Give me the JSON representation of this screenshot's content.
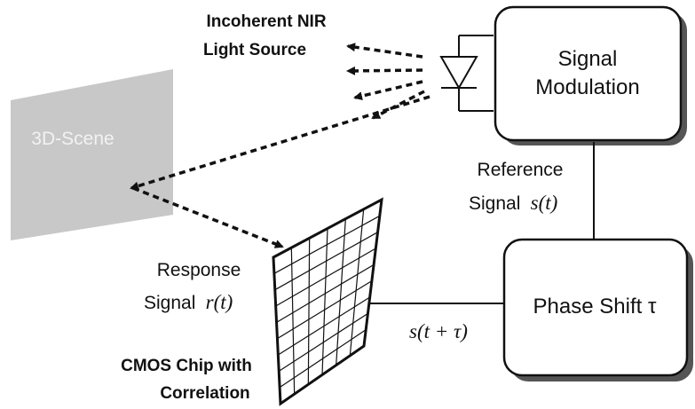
{
  "light_source": {
    "line1": "Incoherent NIR",
    "line2": "Light Source"
  },
  "signal_modulation": {
    "line1": "Signal",
    "line2": "Modulation"
  },
  "scene": {
    "label": "3D-Scene"
  },
  "reference_signal": {
    "line1": "Reference",
    "line2_text": "Signal",
    "line2_math": "s(t)"
  },
  "response_signal": {
    "line1": "Response",
    "line2_text": "Signal",
    "line2_math": "r(t)"
  },
  "phase_shift": {
    "label": "Phase Shift τ"
  },
  "shifted_signal": {
    "label": "s(t + τ)"
  },
  "cmos_chip": {
    "line1": "CMOS Chip with",
    "line2": "Correlation"
  },
  "colors": {
    "stroke": "#111111",
    "scene_fill": "#c8c8c8",
    "scene_text": "#f2f2f2",
    "box_fill": "#ffffff",
    "box_shadow": "#555555"
  }
}
